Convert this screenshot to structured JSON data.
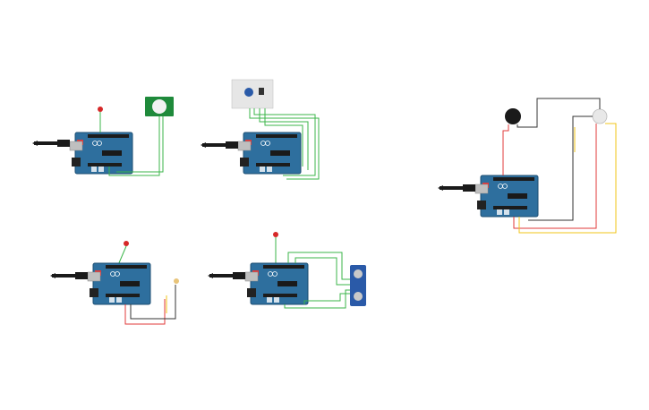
{
  "workspace": {
    "background": "#ffffff",
    "circuits": [
      {
        "id": "pir-sensor",
        "components": [
          "arduino-uno",
          "usb-cable",
          "led",
          "pir-sensor"
        ]
      },
      {
        "id": "breadboard-potentiometer",
        "components": [
          "arduino-uno",
          "usb-cable",
          "breadboard",
          "potentiometer"
        ]
      },
      {
        "id": "buzzer-photoresistor",
        "components": [
          "arduino-uno",
          "usb-cable",
          "piezo-buzzer",
          "photoresistor"
        ]
      },
      {
        "id": "led-photoresistor",
        "components": [
          "arduino-uno",
          "usb-cable",
          "led",
          "photoresistor"
        ]
      },
      {
        "id": "ultrasonic-led",
        "components": [
          "arduino-uno",
          "usb-cable",
          "led",
          "ultrasonic-sensor"
        ]
      }
    ]
  },
  "colors": {
    "board": "#2e6f9e",
    "board_dark": "#1f4f73",
    "wire_green": "#3bb54a",
    "wire_red": "#e03a3a",
    "wire_black": "#333333",
    "wire_yellow": "#f0c419",
    "pir_board": "#1f8a3b",
    "ultrasonic_board": "#2a5aa8",
    "led_red": "#d62828",
    "breadboard": "#e6e6e6",
    "buzzer": "#1a1a1a"
  }
}
